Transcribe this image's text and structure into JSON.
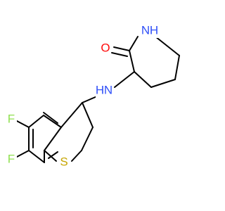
{
  "diagram": {
    "type": "skeletal-structure",
    "atom_labels": {
      "nitrogen_lactam": "N",
      "hydrogen_lactam": "H",
      "oxygen": "O",
      "nitrogen_amine": "N",
      "hydrogen_amine": "H",
      "fluorine_upper": "F",
      "fluorine_lower": "F",
      "sulfur": "S"
    },
    "colors": {
      "bond": "#000000",
      "nitrogen": "#3050F8",
      "oxygen": "#FF0D0D",
      "fluorine": "#90E050",
      "sulfur": "#C6A500",
      "background": "#ffffff"
    }
  }
}
